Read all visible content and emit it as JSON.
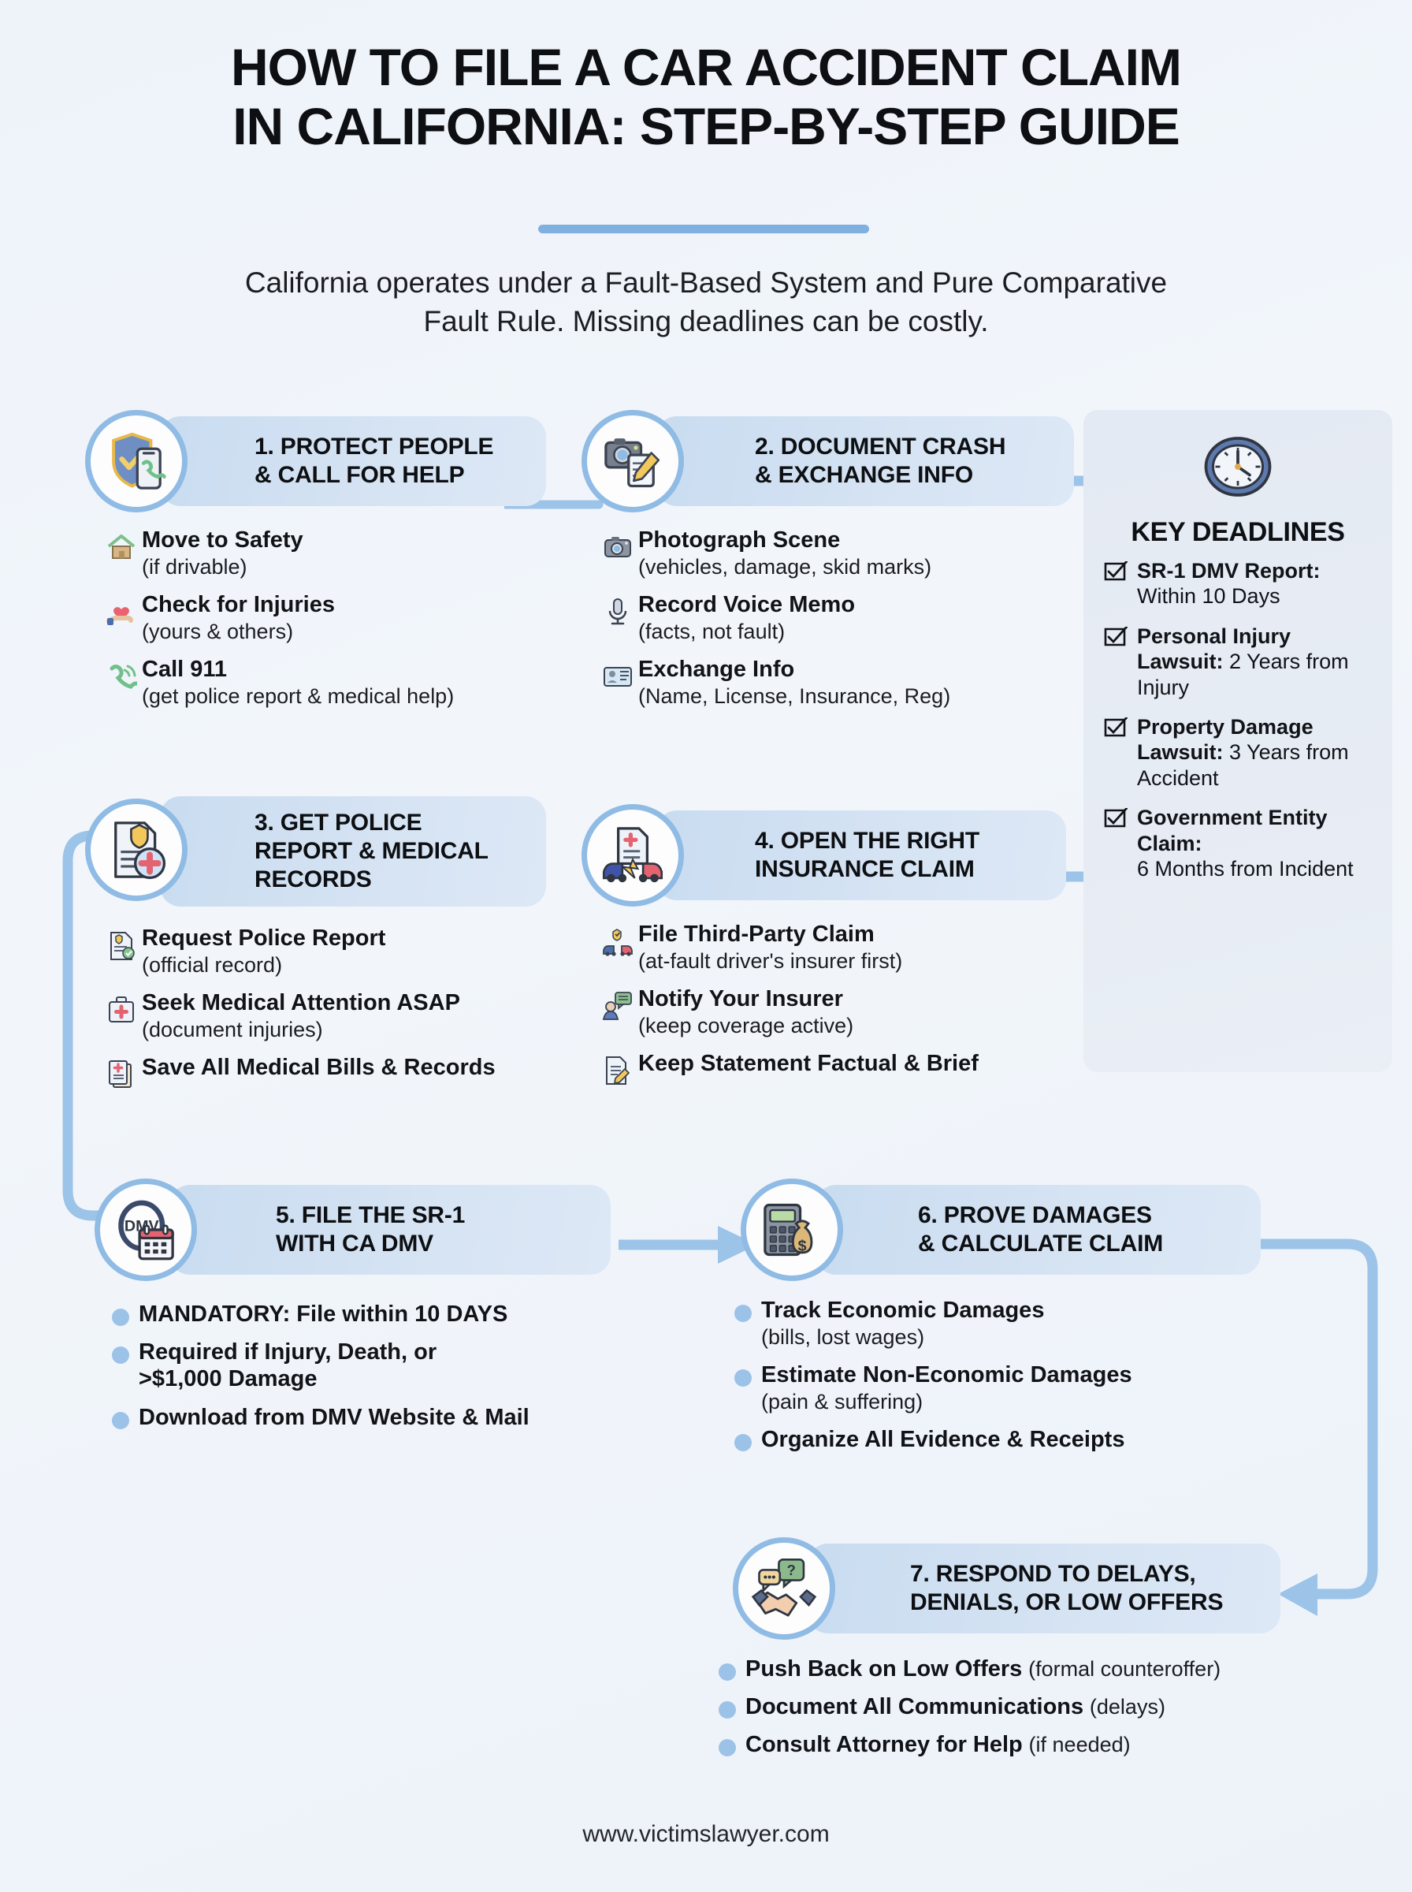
{
  "header": {
    "title_line1": "HOW TO FILE A CAR ACCIDENT CLAIM",
    "title_line2": "IN CALIFORNIA: STEP-BY-STEP GUIDE",
    "subtitle": "California operates under a Fault-Based System and Pure Comparative Fault Rule. Missing deadlines can be costly."
  },
  "steps": [
    {
      "id": 1,
      "heading": "1. PROTECT PEOPLE\n& CALL FOR HELP",
      "icon": "shield-phone-icon",
      "bullets": [
        {
          "icon": "house-icon",
          "title": "Move to Safety",
          "sub": "(if drivable)"
        },
        {
          "icon": "heart-hand-icon",
          "title": "Check for Injuries",
          "sub": "(yours & others)"
        },
        {
          "icon": "phone-ring-icon",
          "title": "Call 911",
          "sub": "(get police report & medical help)"
        }
      ]
    },
    {
      "id": 2,
      "heading": "2. DOCUMENT CRASH\n& EXCHANGE INFO",
      "icon": "camera-notepad-icon",
      "bullets": [
        {
          "icon": "camera-icon",
          "title": "Photograph Scene",
          "sub": "(vehicles, damage, skid marks)"
        },
        {
          "icon": "microphone-icon",
          "title": "Record Voice Memo",
          "sub": "(facts, not fault)"
        },
        {
          "icon": "id-card-icon",
          "title": "Exchange Info",
          "sub": "(Name, License, Insurance, Reg)"
        }
      ]
    },
    {
      "id": 3,
      "heading": "3. GET POLICE\nREPORT & MEDICAL\nRECORDS",
      "icon": "police-medical-doc-icon",
      "bullets": [
        {
          "icon": "police-report-icon",
          "title": "Request Police Report",
          "sub": "(official record)"
        },
        {
          "icon": "first-aid-kit-icon",
          "title": "Seek Medical Attention ASAP",
          "sub": "(document injuries)"
        },
        {
          "icon": "medical-bills-icon",
          "title": "Save All Medical Bills & Records",
          "sub": ""
        }
      ]
    },
    {
      "id": 4,
      "heading": "4. OPEN THE RIGHT\nINSURANCE CLAIM",
      "icon": "crash-claim-icon",
      "bullets": [
        {
          "icon": "third-party-cars-icon",
          "title": "File Third-Party Claim",
          "sub": "(at-fault driver's insurer first)"
        },
        {
          "icon": "person-chat-icon",
          "title": "Notify Your Insurer",
          "sub": "(keep coverage active)"
        },
        {
          "icon": "statement-pencil-icon",
          "title": "Keep Statement Factual & Brief",
          "sub": ""
        }
      ]
    },
    {
      "id": 5,
      "heading": "5. FILE THE SR-1\nWITH CA DMV",
      "icon": "dmv-calendar-icon",
      "bullets": [
        {
          "icon": "bullet-dot",
          "title": "MANDATORY: File within 10 DAYS",
          "sub": ""
        },
        {
          "icon": "bullet-dot",
          "title": "Required if Injury, Death, or\n>$1,000 Damage",
          "sub": ""
        },
        {
          "icon": "bullet-dot",
          "title": "Download from DMV Website & Mail",
          "sub": ""
        }
      ]
    },
    {
      "id": 6,
      "heading": "6. PROVE DAMAGES\n& CALCULATE CLAIM",
      "icon": "calculator-money-icon",
      "bullets": [
        {
          "icon": "bullet-dot",
          "title": "Track Economic Damages",
          "sub": "(bills, lost wages)"
        },
        {
          "icon": "bullet-dot",
          "title": "Estimate Non-Economic Damages",
          "sub": "(pain & suffering)"
        },
        {
          "icon": "bullet-dot",
          "title": "Organize All Evidence & Receipts",
          "sub": ""
        }
      ]
    },
    {
      "id": 7,
      "heading": "7. RESPOND TO DELAYS,\nDENIALS, OR LOW OFFERS",
      "icon": "handshake-chat-icon",
      "bullets": [
        {
          "icon": "bullet-dot",
          "title": "Push Back on Low Offers",
          "sub": "(formal counteroffer)"
        },
        {
          "icon": "bullet-dot",
          "title": "Document All Communications",
          "sub": "(delays)"
        },
        {
          "icon": "bullet-dot",
          "title": "Consult Attorney for Help",
          "sub": "(if needed)"
        }
      ]
    }
  ],
  "deadlines": {
    "icon": "clock-icon",
    "heading": "KEY DEADLINES",
    "items": [
      {
        "label": "SR-1 DMV Report:",
        "value": "Within 10 Days"
      },
      {
        "label": "Personal Injury Lawsuit:",
        "value": "2 Years from Injury"
      },
      {
        "label": "Property Damage Lawsuit:",
        "value": "3 Years from Accident"
      },
      {
        "label": "Government Entity Claim:",
        "value": "6 Months from Incident"
      }
    ]
  },
  "footer": {
    "url": "www.victimslawyer.com"
  },
  "colors": {
    "accent": "#8fbbe4",
    "pill": "#cbdcf0",
    "background": "#eef3fa",
    "text": "#0d0f12"
  }
}
